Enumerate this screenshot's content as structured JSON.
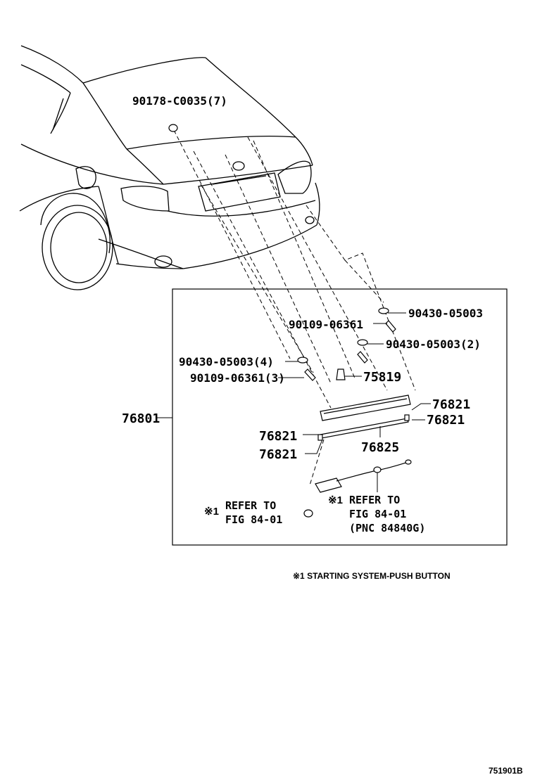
{
  "callouts": {
    "c1": "90178-C0035(7)",
    "c2": "90430-05003",
    "c3": "90109-06361",
    "c4": "90430-05003(2)",
    "c5": "90430-05003(4)",
    "c6": "75819",
    "c7": "90109-06361(3)",
    "c8": "76821",
    "c9": "76801",
    "c10": "76821",
    "c11": "76821",
    "c12": "76825",
    "c13": "76821"
  },
  "refs": {
    "left_mark": "※1",
    "left_line1": "REFER TO",
    "left_line2": "FIG 84-01",
    "right_mark": "※1",
    "right_line1": "REFER TO",
    "right_line2": "FIG 84-01",
    "right_line3": "(PNC 84840G)"
  },
  "footnote": "※1 STARTING SYSTEM-PUSH BUTTON",
  "figure_code": "751901B"
}
